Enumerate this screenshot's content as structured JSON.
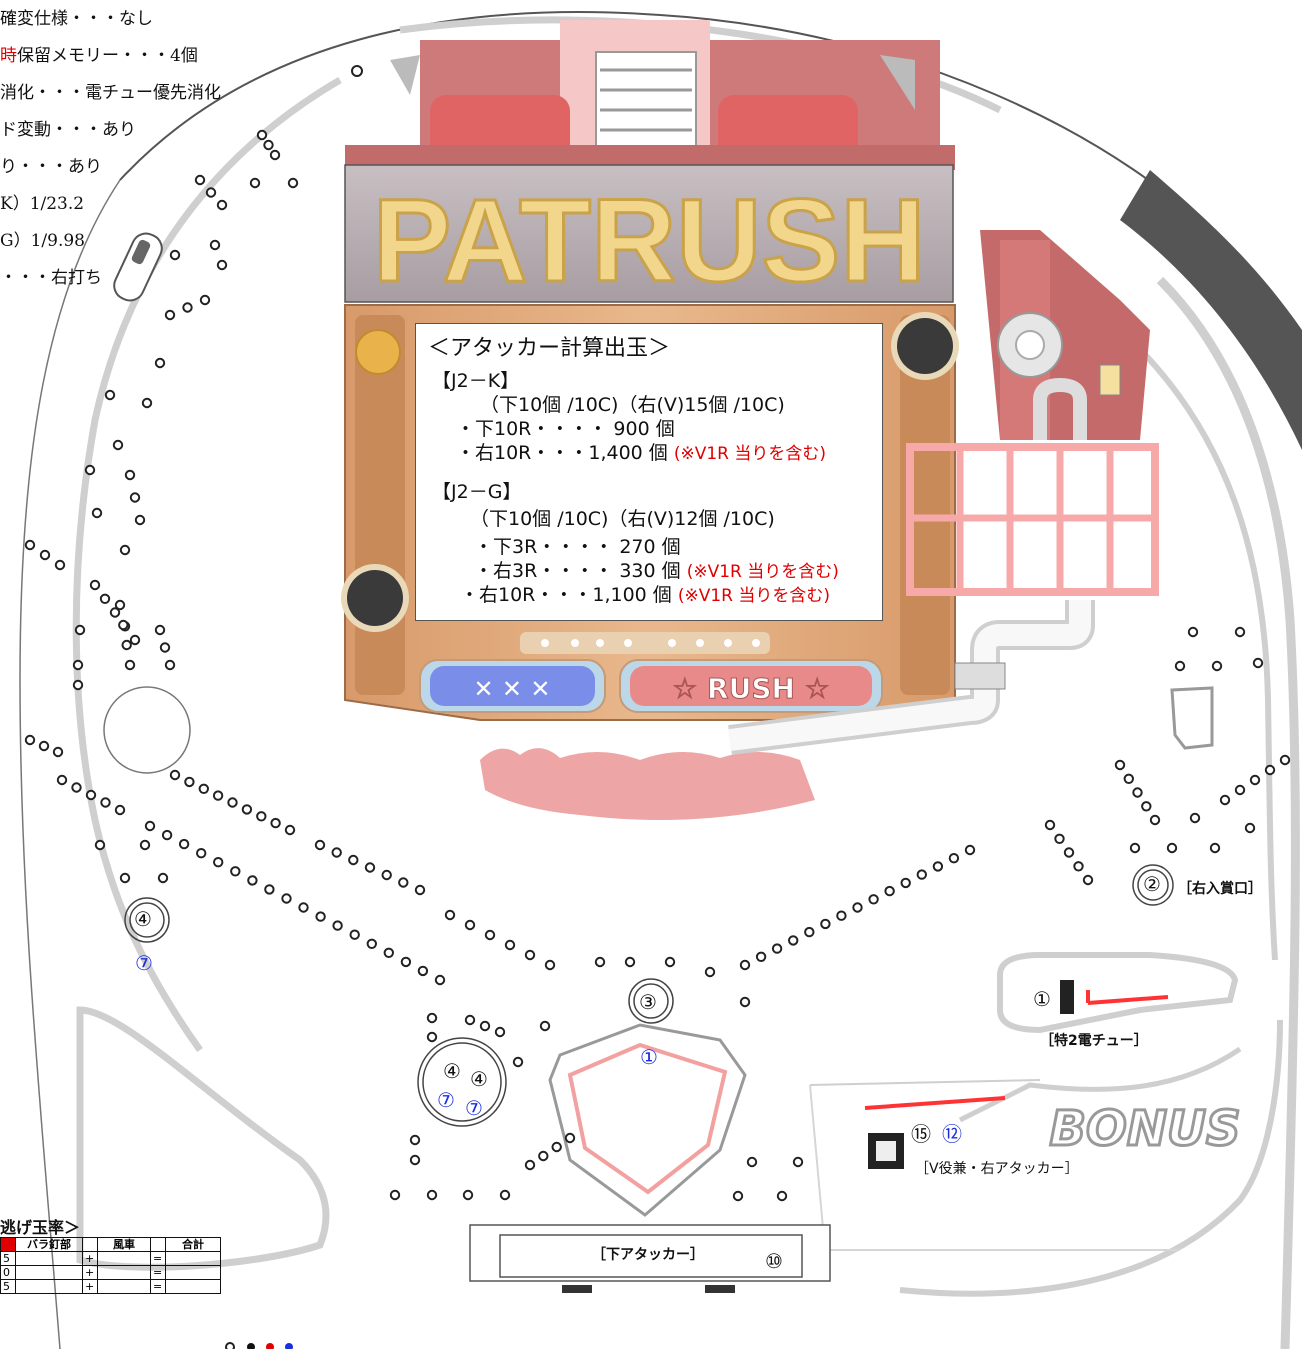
{
  "spec_lines": [
    {
      "prefix": "",
      "red": "",
      "text": "確変仕様・・・なし"
    },
    {
      "prefix": "",
      "red": "時",
      "text": "保留メモリー・・・4個"
    },
    {
      "prefix": "",
      "red": "",
      "text": "消化・・・電チュー優先消化"
    },
    {
      "prefix": "",
      "red": "",
      "text": "ド変動・・・あり"
    },
    {
      "prefix": "",
      "red": "",
      "text": "り・・・あり"
    },
    {
      "prefix": "",
      "red": "",
      "text": "K）1/23.2"
    },
    {
      "prefix": "",
      "red": "",
      "text": "G）1/9.98"
    },
    {
      "prefix": "",
      "red": "",
      "text": "・・・右打ち"
    }
  ],
  "logo_text": "PATRUSH",
  "info": {
    "title": "＜アタッカー計算出玉＞",
    "k_header": "【J2－K】",
    "k_line1": "（下10個 /10C)（右(V)15個 /10C)",
    "k_line2": "・下10R・・・・ 900 個",
    "k_line3": "・右10R・・・1,400 個",
    "k_line3_note": "(※V1R 当りを含む)",
    "g_header": "【J2－G】",
    "g_line1": "（下10個 /10C)（右(V)12個 /10C)",
    "g_line2": "・下3R・・・・ 270 個",
    "g_line3": "・右3R・・・・ 330 個",
    "g_line3_note": "(※V1R 当りを含む)",
    "g_line4": "・右10R・・・1,100 個",
    "g_line4_note": "(※V1R 当りを含む)"
  },
  "panel_buttons": {
    "left": "✕ ✕ ✕",
    "right": "☆ RUSH ☆"
  },
  "labels": {
    "right_entry": "［右入賞口］",
    "tokuden": "［特2電チュー］",
    "v_attacker": "［V役兼・右アタッカー］",
    "lower_attacker": "［下アタッカー］",
    "bonus": "BONUS"
  },
  "numbers": {
    "n2": "②",
    "n3": "③",
    "n4_left": "④",
    "n7_left": "⑦",
    "n4a": "④",
    "n4b": "④",
    "n7a": "⑦",
    "n7b": "⑦",
    "n1_blue": "①",
    "n1_tokuden": "①",
    "n15": "⑮",
    "n12": "⑫",
    "n10": "⑩"
  },
  "legend": {
    "title": "逃げ玉率＞",
    "headers": [
      "",
      "バラ釘部",
      "",
      "風車",
      "",
      "合計"
    ],
    "rows": [
      [
        "5",
        "",
        "+",
        "",
        "=",
        ""
      ],
      [
        "0",
        "",
        "+",
        "",
        "=",
        ""
      ],
      [
        "5",
        "",
        "+",
        "",
        "=",
        ""
      ]
    ]
  },
  "colors": {
    "pink": "#f2a3a3",
    "rail": "#c8c8c8",
    "gold": "#e8c67a",
    "blue": "#1b2ee0",
    "red": "#e00000"
  }
}
